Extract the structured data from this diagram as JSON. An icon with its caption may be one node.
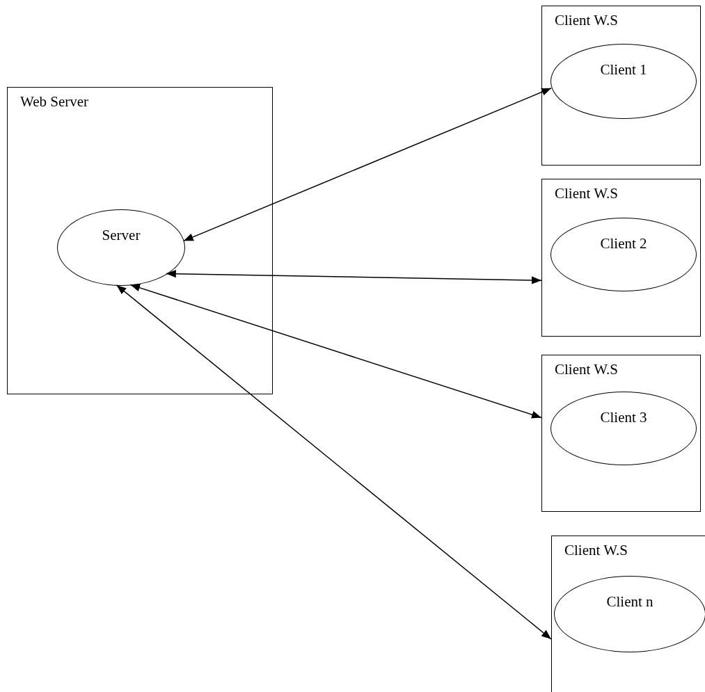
{
  "diagram": {
    "nodes": [
      {
        "text": [
          "Web Server"
        ]
      },
      {
        "text": [
          "Server"
        ],
        "in": 0
      },
      {
        "text": [
          "Client W.S"
        ]
      },
      {
        "text": [
          "Client 1"
        ],
        "in": 2
      },
      {
        "text": [
          "Client W.S"
        ]
      },
      {
        "text": [
          "Client 2"
        ],
        "in": 4
      },
      {
        "text": [
          "Client W.S"
        ]
      },
      {
        "text": [
          "Client 3"
        ],
        "in": 6
      },
      {
        "text": [
          "Client W.S"
        ]
      },
      {
        "text": [
          "Client n"
        ],
        "in": 8
      }
    ],
    "edges": [
      {
        "from": 1,
        "to": 3,
        "arrow": "both"
      },
      {
        "from": 1,
        "to": 4,
        "arrow": "both"
      },
      {
        "from": 1,
        "to": 6,
        "arrow": "both"
      },
      {
        "from": 1,
        "to": 8,
        "arrow": "both"
      }
    ]
  }
}
